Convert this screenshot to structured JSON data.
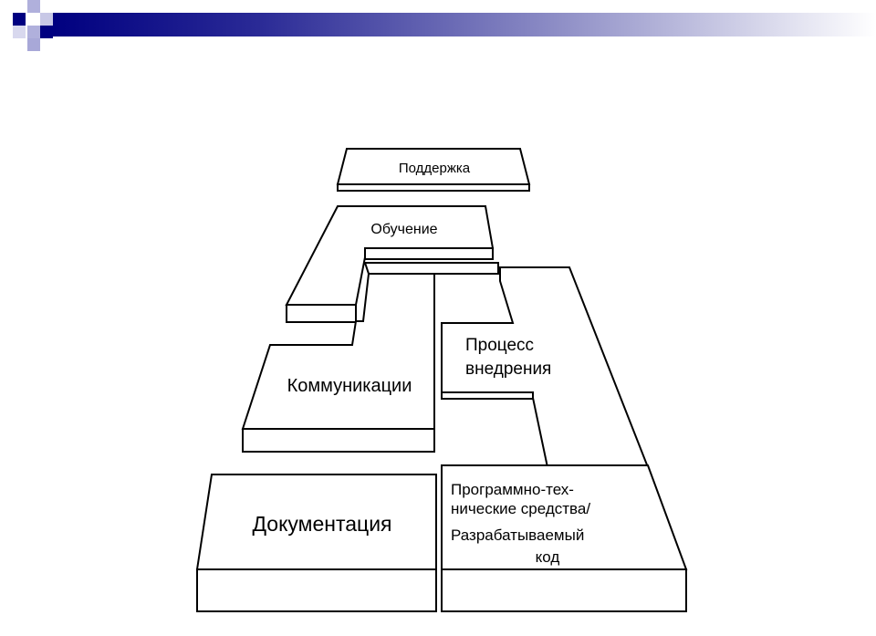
{
  "diagram": {
    "labels": {
      "support": "Поддержка",
      "training": "Обучение",
      "communications": "Коммуникации",
      "documentation": "Документация",
      "process_line1": "Процесс",
      "process_line2": "внедрения",
      "software_line1": "Программно-тех-",
      "software_line2": "нические средства/",
      "software_line3": "Разрабатываемый",
      "software_line4": "код"
    }
  },
  "colors": {
    "header_dark": "#000080",
    "header_mid": "#8a8ac4",
    "square_light": "#a8a8d8"
  }
}
